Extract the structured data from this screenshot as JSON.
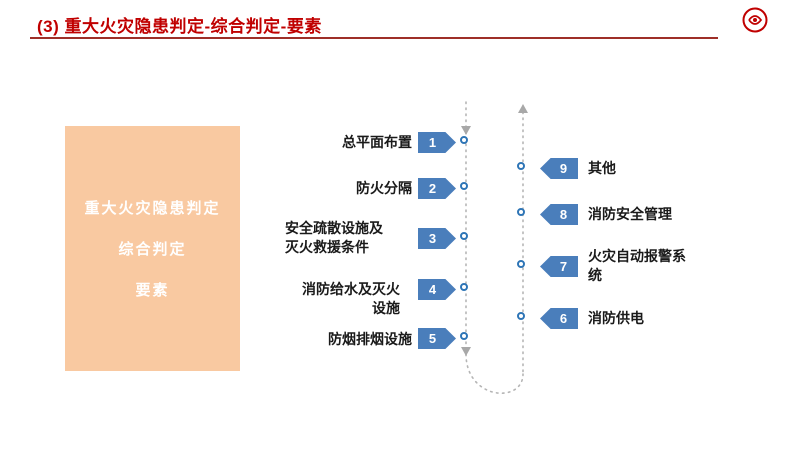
{
  "header": {
    "title": "(3)  重大火灾隐患判定-综合判定-要素"
  },
  "colors": {
    "accent_red": "#c00000",
    "rule_maroon": "#9e2f28",
    "panel_orange": "#f9c9a1",
    "arrow_blue": "#4a7ebb",
    "circle_blue": "#2e75b6",
    "line_gray": "#b5b5b5"
  },
  "side_box": {
    "line1": "重大火灾隐患判定",
    "line2": "综合判定",
    "line3": "要素"
  },
  "diagram": {
    "left_items": [
      {
        "num": "1",
        "label": "总平面布置"
      },
      {
        "num": "2",
        "label": "防火分隔"
      },
      {
        "num": "3",
        "label": "安全疏散设施及灭火救援条件"
      },
      {
        "num": "4",
        "label": "消防给水及灭火设施"
      },
      {
        "num": "5",
        "label": "防烟排烟设施"
      }
    ],
    "right_items": [
      {
        "num": "9",
        "label": "其他"
      },
      {
        "num": "8",
        "label": "消防安全管理"
      },
      {
        "num": "7",
        "label": "火灾自动报警系统"
      },
      {
        "num": "6",
        "label": "消防供电"
      }
    ]
  }
}
